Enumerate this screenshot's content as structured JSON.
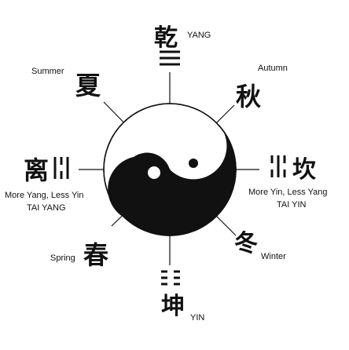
{
  "labels": {
    "yang": "YANG",
    "yin": "YIN",
    "summer": "Summer",
    "autumn": "Autumn",
    "spring": "Spring",
    "winter": "Winter",
    "left_caption_1": "More Yang, Less Yin",
    "left_caption_2": "TAI YANG",
    "right_caption_1": "More Yin, Less Yang",
    "right_caption_2": "TAI YIN"
  },
  "characters": {
    "qian": "乾",
    "xia": "夏",
    "qiu": "秋",
    "li": "离",
    "kan": "坎",
    "chun": "春",
    "dong": "冬",
    "kun": "坤"
  },
  "trigram_icons": {
    "top": "trigram-heaven-icon",
    "bottom": "trigram-earth-icon",
    "left": "trigram-fire-icon",
    "right": "trigram-water-icon"
  },
  "colors": {
    "ink": "#111111",
    "paper": "#ffffff"
  }
}
